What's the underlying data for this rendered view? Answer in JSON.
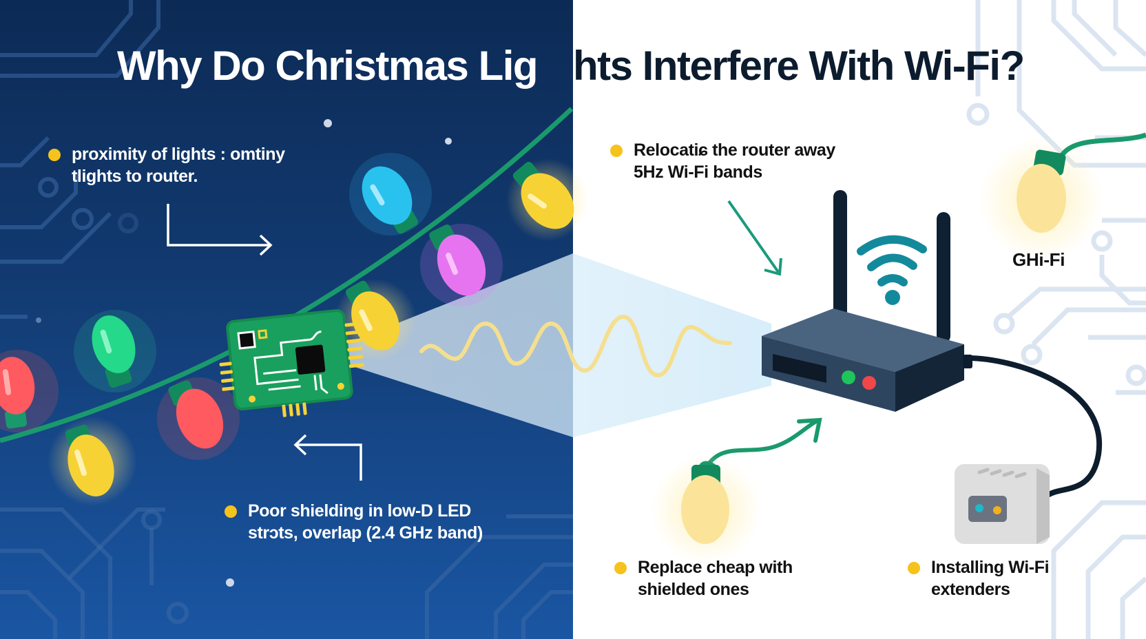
{
  "title": {
    "part_left": "Why Do Christmas Lig",
    "part_right": "hts Interfere With Wi-Fi?",
    "full": "Why Do Christmas Lights Interfere With Wi-Fi?"
  },
  "colors": {
    "left_bg_top": "#0c2a55",
    "left_bg_bottom": "#1a56a3",
    "right_bg": "#ffffff",
    "bullet": "#f6c21c",
    "wire": "#1a9a6c",
    "router_body": "#2e4560",
    "wifi_icon": "#138a9c",
    "wave": "#f5df8f",
    "beam": "#cfe9f7"
  },
  "callouts": {
    "left_top": {
      "line1": "proximity of lights : omtiny",
      "line2": "tlights to router."
    },
    "left_bottom": {
      "line1": "Poor shielding in low-D LED",
      "line2": "strɔts, overlap (2.4 GHz band)"
    },
    "right_top": {
      "line1": "Relocatiɕ the router away",
      "line2": "5Hz Wi-Fi bands"
    },
    "right_bottom_left": {
      "line1": "Replace cheap with",
      "line2": "shielded ones"
    },
    "right_bottom_right": {
      "line1": "Installing Wi-Fi",
      "line2": "extenders"
    }
  },
  "labels": {
    "ghifi": "GHi-Fi"
  },
  "illustrations": {
    "bulbs_left": [
      "red",
      "green",
      "yellow",
      "red",
      "yellow",
      "blue",
      "magenta",
      "yellow"
    ],
    "router": {
      "antennas": 2,
      "leds": [
        "green",
        "red"
      ]
    },
    "extender": {
      "leds": [
        "cyan",
        "orange"
      ]
    }
  }
}
